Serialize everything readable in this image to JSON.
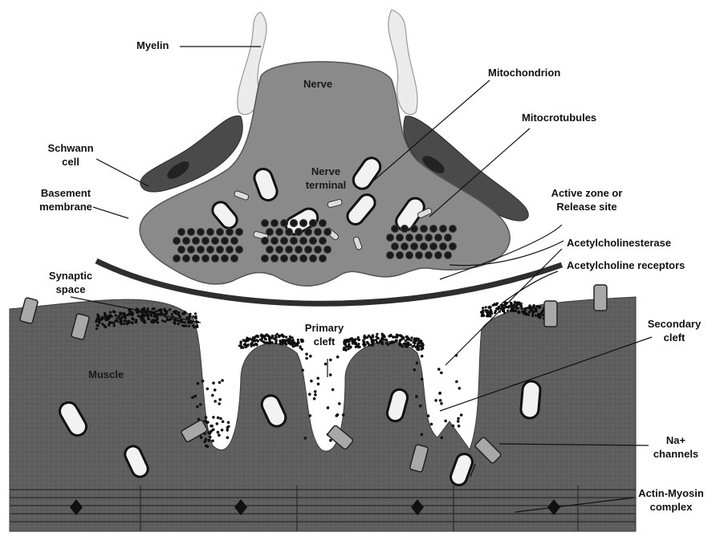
{
  "labels": {
    "myelin": "Myelin",
    "nerve": "Nerve",
    "mitochondrion": "Mitochondrion",
    "microtubules": "Mitocrotubules",
    "schwann": "Schwann\ncell",
    "nerve_terminal": "Nerve\nterminal",
    "basement": "Basement\nmembrane",
    "active_zone": "Active zone or\nRelease site",
    "acetylcholinesterase": "Acetylcholinesterase",
    "ach_receptors": "Acetylcholine receptors",
    "synaptic_space": "Synaptic\nspace",
    "primary_cleft": "Primary\ncleft",
    "secondary_cleft": "Secondary\ncleft",
    "muscle": "Muscle",
    "na_channels": "Na+\nchannels",
    "actin_myosin": "Actin-Myosin\ncomplex"
  },
  "colors": {
    "nerve": "#8a8a8a",
    "myelin": "#e8e8e8",
    "schwann": "#4a4a4a",
    "muscle": "#5c5c5c",
    "membrane": "#2e2e2e",
    "vesicle": "#1a1a1a"
  }
}
